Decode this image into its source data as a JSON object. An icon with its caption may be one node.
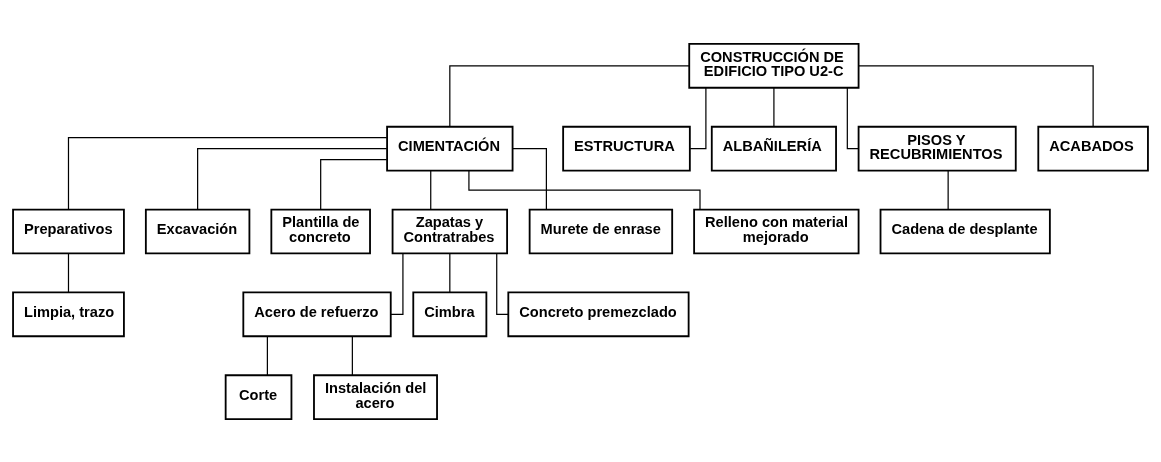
{
  "diagram": {
    "nodes": [
      {
        "text": [
          "CONSTRUCCIÓN DE EDIFICIO TIPO U2-C"
        ]
      },
      {
        "text": [
          "CIMENTACIÓN"
        ]
      },
      {
        "text": [
          "ESTRUCTURA"
        ]
      },
      {
        "text": [
          "ALBAÑILERÍA"
        ]
      },
      {
        "text": [
          "PISOS Y RECUBRIMIENTOS"
        ]
      },
      {
        "text": [
          "ACABADOS"
        ]
      },
      {
        "text": [
          "Preparativos"
        ]
      },
      {
        "text": [
          "Excavación"
        ]
      },
      {
        "text": [
          "Plantilla de concreto"
        ]
      },
      {
        "text": [
          "Zapatas y Contratrabes"
        ]
      },
      {
        "text": [
          "Murete de enrase"
        ]
      },
      {
        "text": [
          "Relleno con material mejorado"
        ]
      },
      {
        "text": [
          "Cadena de desplante"
        ]
      },
      {
        "text": [
          "Limpia, trazo"
        ]
      },
      {
        "text": [
          "Acero de refuerzo"
        ]
      },
      {
        "text": [
          "Cimbra"
        ]
      },
      {
        "text": [
          "Concreto premezclado"
        ]
      },
      {
        "text": [
          "Corte"
        ]
      },
      {
        "text": [
          "Instalación del acero"
        ]
      }
    ],
    "edges": [
      {
        "from": 0,
        "to": 1,
        "arrow": "none"
      },
      {
        "from": 0,
        "to": 2,
        "arrow": "none"
      },
      {
        "from": 0,
        "to": 3,
        "arrow": "none"
      },
      {
        "from": 0,
        "to": 4,
        "arrow": "none"
      },
      {
        "from": 0,
        "to": 5,
        "arrow": "none"
      },
      {
        "from": 1,
        "to": 6,
        "arrow": "none"
      },
      {
        "from": 1,
        "to": 7,
        "arrow": "none"
      },
      {
        "from": 1,
        "to": 8,
        "arrow": "none"
      },
      {
        "from": 1,
        "to": 9,
        "arrow": "none"
      },
      {
        "from": 1,
        "to": 10,
        "arrow": "none"
      },
      {
        "from": 1,
        "to": 11,
        "arrow": "none"
      },
      {
        "from": 4,
        "to": 12,
        "arrow": "none"
      },
      {
        "from": 6,
        "to": 13,
        "arrow": "none"
      },
      {
        "from": 9,
        "to": 14,
        "arrow": "none"
      },
      {
        "from": 9,
        "to": 15,
        "arrow": "none"
      },
      {
        "from": 9,
        "to": 16,
        "arrow": "none"
      },
      {
        "from": 14,
        "to": 17,
        "arrow": "none"
      },
      {
        "from": 14,
        "to": 18,
        "arrow": "none"
      }
    ]
  }
}
